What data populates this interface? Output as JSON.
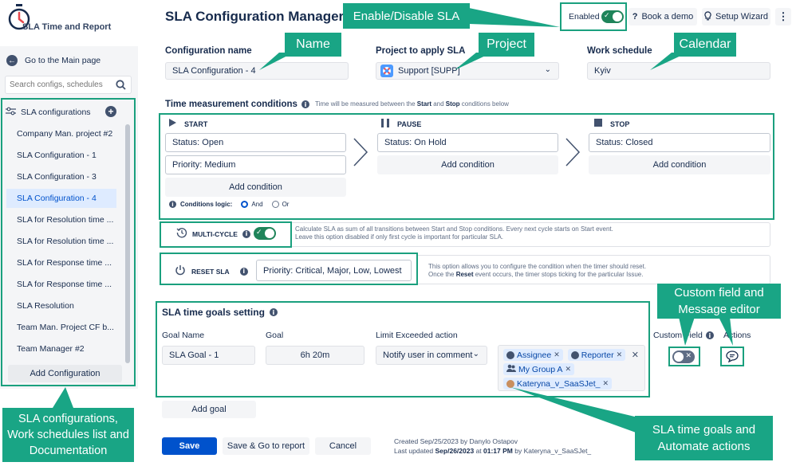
{
  "app": {
    "name": "SLA Time and Report"
  },
  "page": {
    "title": "SLA Configuration Manager"
  },
  "header": {
    "enabled_label": "Enabled",
    "book_demo": "Book a demo",
    "setup_wizard": "Setup Wizard",
    "more": "⋮",
    "enabled": true
  },
  "sidebar": {
    "back_label": "Go to the Main page",
    "search_placeholder": "Search configs, schedules",
    "section_title": "SLA configurations",
    "items": [
      "Company Man. project #2",
      "SLA Configuration - 1",
      "SLA Configuration - 3",
      "SLA Configuration - 4",
      "SLA for Resolution time ...",
      "SLA for Resolution time ...",
      "SLA for Response time ...",
      "SLA for Response time ...",
      "SLA Resolution",
      "Team Man. Project CF b...",
      "Team Manager #2"
    ],
    "active_index": 3,
    "add_button": "Add Configuration"
  },
  "config": {
    "name_label": "Configuration name",
    "name_value": "SLA Configuration - 4",
    "project_label": "Project to apply SLA",
    "project_value": "Support [SUPP]",
    "schedule_label": "Work schedule",
    "schedule_value": "Kyiv"
  },
  "time": {
    "title": "Time measurement conditions",
    "hint_prefix": "Time will be measured between the ",
    "hint_start": "Start",
    "hint_mid": " and ",
    "hint_stop": "Stop",
    "hint_suffix": " conditions below",
    "start_title": "START",
    "pause_title": "PAUSE",
    "stop_title": "STOP",
    "start_conditions": [
      "Status: Open",
      "Priority: Medium"
    ],
    "pause_conditions": [
      "Status: On Hold"
    ],
    "stop_conditions": [
      "Status: Closed"
    ],
    "add_condition": "Add condition",
    "logic_label": "Conditions logic:",
    "logic_and": "And",
    "logic_or": "Or",
    "logic_selected": "And"
  },
  "multicycle": {
    "label": "MULTI-CYCLE",
    "enabled": true,
    "hint_line1": "Calculate SLA as sum of all transitions between Start and Stop conditions. Every next cycle starts on Start event.",
    "hint_line2": "Leave this option disabled if only first cycle is important for particular SLA."
  },
  "reset": {
    "label": "RESET SLA",
    "value": "Priority: Critical, Major, Low, Lowest",
    "hint_line1": "This option allows you to configure the condition when the timer should reset.",
    "hint_line2_prefix": "Once the ",
    "hint_line2_bold": "Reset",
    "hint_line2_suffix": " event occurs, the timer stops ticking for the particular Issue."
  },
  "goals": {
    "title": "SLA time goals setting",
    "col_goal_name": "Goal Name",
    "col_goal": "Goal",
    "col_limit": "Limit Exceeded action",
    "col_custom_field": "Custom Field",
    "col_actions": "Actions",
    "rows": [
      {
        "name": "SLA Goal - 1",
        "goal": "6h 20m",
        "limit_action": "Notify user in comment",
        "recipients": [
          "Assignee",
          "Reporter",
          "My Group A",
          "Kateryna_v_SaaSJet_"
        ],
        "custom_field_enabled": false
      }
    ],
    "add_goal": "Add goal"
  },
  "footer": {
    "save": "Save",
    "save_report": "Save & Go to report",
    "cancel": "Cancel",
    "created_text": "Created Sep/25/2023 by Danylo Ostapov",
    "updated_prefix": "Last updated ",
    "updated_date": "Sep/26/2023",
    "updated_mid": " at ",
    "updated_time": "01:17 PM",
    "updated_suffix": " by Kateryna_v_SaaSJet_"
  },
  "callouts": {
    "enable": "Enable/Disable SLA",
    "name": "Name",
    "project": "Project",
    "calendar": "Calendar",
    "custom_field": "Custom field and Message editor",
    "sidebar": "SLA configurations, Work schedules list and Documentation",
    "goals": "SLA time goals and Automate actions"
  },
  "colors": {
    "accent": "#19a585",
    "primary": "#0052cc",
    "toggle_on": "#1f845a",
    "toggle_off": "#5e6c84"
  }
}
